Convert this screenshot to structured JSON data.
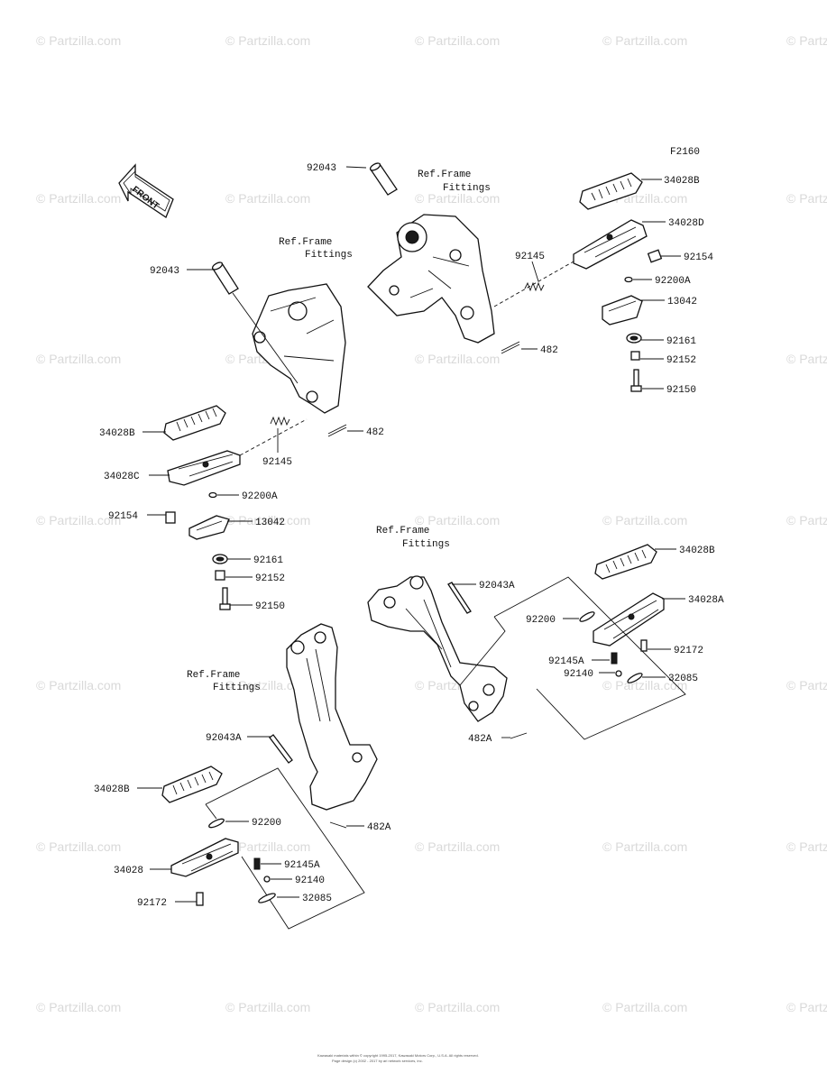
{
  "diagram_code": "F2160",
  "front_arrow_label": "FRONT",
  "watermark_text": "© Partzilla.com",
  "reference_text_line1": "Ref.Frame",
  "reference_text_line2": "Fittings",
  "copyright_line1": "Kawasaki materials within © copyright 1995-2017, Kawasaki Motors Corp., U.S.A. All rights reserved.",
  "copyright_line2": "Page design (c) 2002 - 2017 by ari network services, inc.",
  "labels": {
    "l92043_a": "92043",
    "l34028B_a": "34028B",
    "l34028D": "34028D",
    "l92145_a": "92145",
    "l92154_a": "92154",
    "l92200A_a": "92200A",
    "l13042_a": "13042",
    "l482_a": "482",
    "l92161_a": "92161",
    "l92152_a": "92152",
    "l92150_a": "92150",
    "l92043_b": "92043",
    "l34028B_b": "34028B",
    "l34028C": "34028C",
    "l92145_b": "92145",
    "l482_b": "482",
    "l92200A_b": "92200A",
    "l92154_b": "92154",
    "l13042_b": "13042",
    "l92161_b": "92161",
    "l92152_b": "92152",
    "l92150_b": "92150",
    "l92043A_a": "92043A",
    "l34028B_c": "34028B",
    "l34028A": "34028A",
    "l92200_a": "92200",
    "l92172_a": "92172",
    "l92145A_a": "92145A",
    "l92140_a": "92140",
    "l32085_a": "32085",
    "l482A_a": "482A",
    "l92043A_b": "92043A",
    "l34028B_d": "34028B",
    "l92200_b": "92200",
    "l482A_b": "482A",
    "l34028": "34028",
    "l92145A_b": "92145A",
    "l92140_b": "92140",
    "l32085_b": "32085",
    "l92172_b": "92172"
  }
}
